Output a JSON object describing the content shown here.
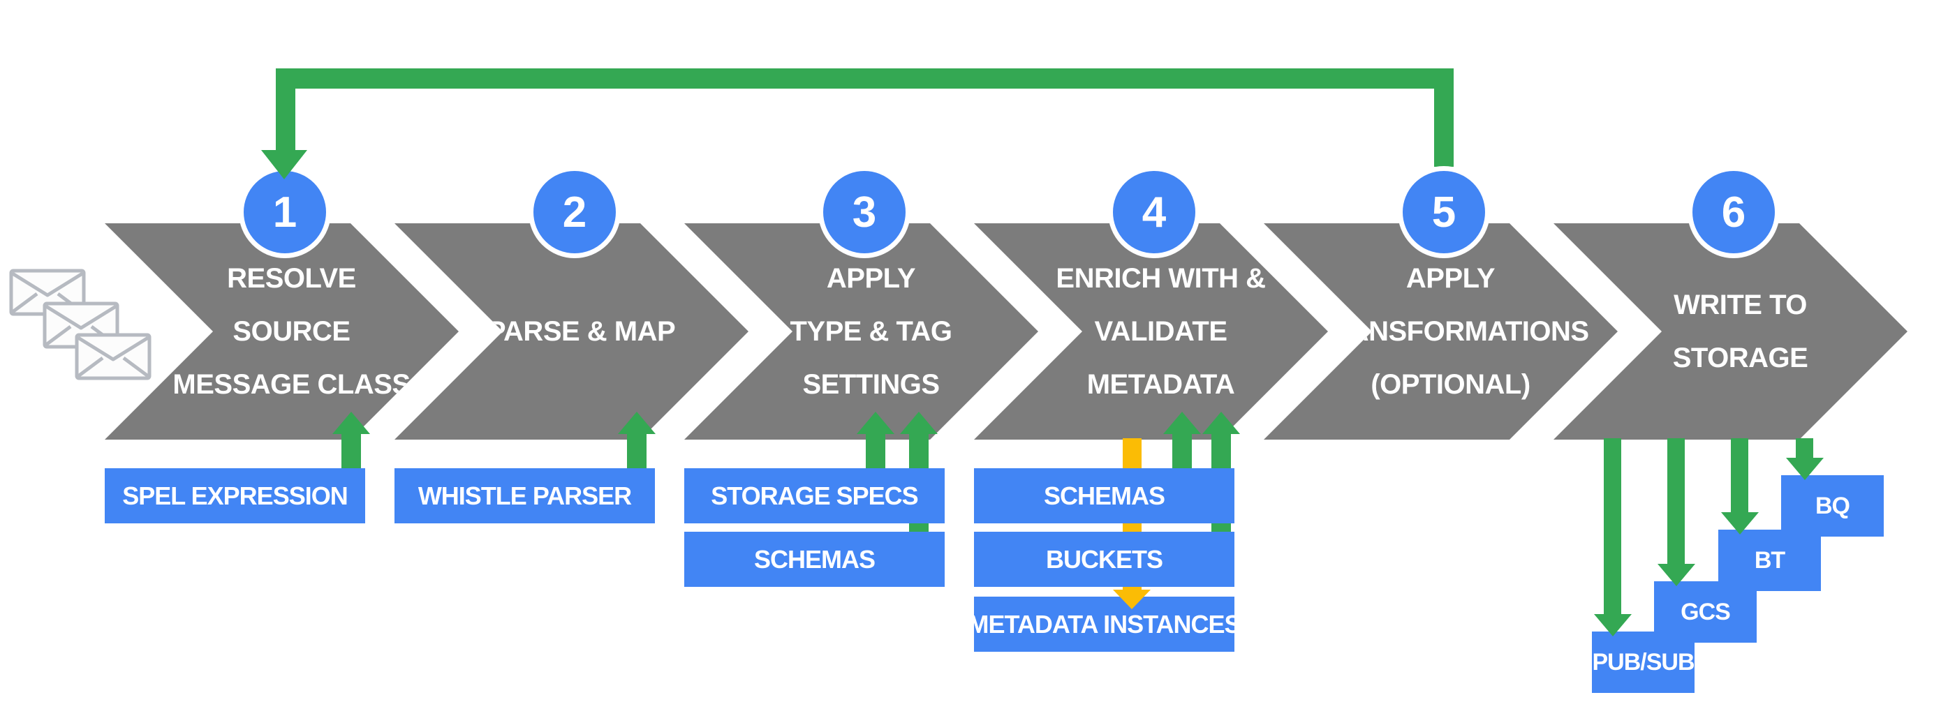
{
  "colors": {
    "blue": "#4285F4",
    "green": "#34A853",
    "yellow": "#FBBC05",
    "gray": "#7C7C7C",
    "envelope_stroke": "#B6BAC1",
    "envelope_fill": "#FCFCFC"
  },
  "pipeline": {
    "steps": [
      {
        "number": "1",
        "lines": [
          "RESOLVE",
          "SOURCE",
          "MESSAGE CLASS"
        ]
      },
      {
        "number": "2",
        "lines": [
          "PARSE & MAP"
        ]
      },
      {
        "number": "3",
        "lines": [
          "APPLY",
          "TYPE & TAG",
          "SETTINGS"
        ]
      },
      {
        "number": "4",
        "lines": [
          "ENRICH WITH &",
          "VALIDATE",
          "METADATA"
        ]
      },
      {
        "number": "5",
        "lines": [
          "APPLY",
          "TRANSFORMATIONS",
          "(OPTIONAL)"
        ]
      },
      {
        "number": "6",
        "lines": [
          "WRITE TO",
          "STORAGE"
        ]
      }
    ],
    "attachments": {
      "step1": [
        "SPEL EXPRESSION"
      ],
      "step2": [
        "WHISTLE PARSER"
      ],
      "step3": [
        "STORAGE SPECS",
        "SCHEMAS"
      ],
      "step4": [
        "SCHEMAS",
        "BUCKETS",
        "METADATA INSTANCES"
      ]
    },
    "outputs": [
      "PUB/SUB",
      "GCS",
      "BT",
      "BQ"
    ],
    "icons": {
      "input": "envelope-stack-icon"
    }
  }
}
